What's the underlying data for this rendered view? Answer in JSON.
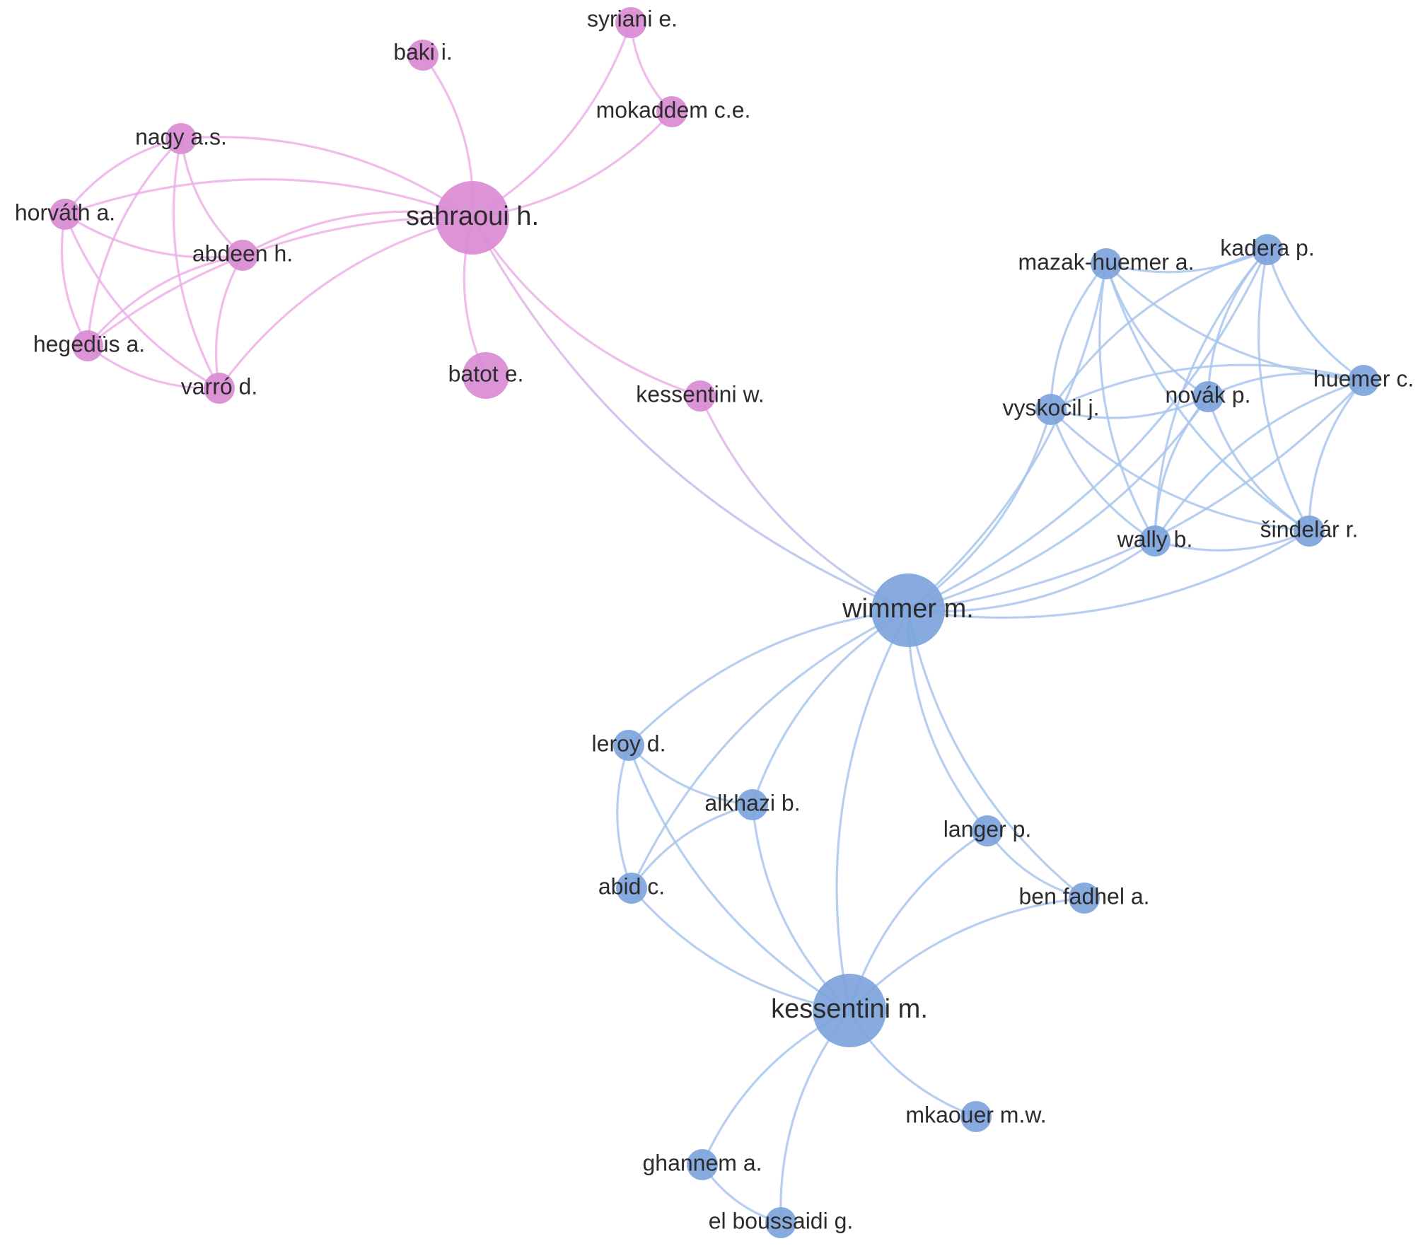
{
  "colors": {
    "cluster_pink": "#d98bd4",
    "cluster_pink_edge": "#ecb0e8",
    "cluster_blue": "#7ea4dc",
    "cluster_blue_edge": "#a9c6ec",
    "background": "#ffffff",
    "label": "#2b2b2b"
  },
  "network": {
    "nodes": [
      {
        "id": "sahraoui",
        "label": "sahraoui h.",
        "cluster": 1,
        "weight": 10
      },
      {
        "id": "baki",
        "label": "baki i.",
        "cluster": 1,
        "weight": 2
      },
      {
        "id": "syriani",
        "label": "syriani e.",
        "cluster": 1,
        "weight": 2
      },
      {
        "id": "mokaddem",
        "label": "mokaddem c.e.",
        "cluster": 1,
        "weight": 2
      },
      {
        "id": "nagy",
        "label": "nagy a.s.",
        "cluster": 1,
        "weight": 2
      },
      {
        "id": "horvath",
        "label": "horváth a.",
        "cluster": 1,
        "weight": 2
      },
      {
        "id": "abdeen",
        "label": "abdeen h.",
        "cluster": 1,
        "weight": 2
      },
      {
        "id": "hegedus",
        "label": "hegedüs a.",
        "cluster": 1,
        "weight": 2
      },
      {
        "id": "varro",
        "label": "varró d.",
        "cluster": 1,
        "weight": 2
      },
      {
        "id": "batot",
        "label": "batot e.",
        "cluster": 1,
        "weight": 4
      },
      {
        "id": "kessentiniw",
        "label": "kessentini w.",
        "cluster": 1,
        "weight": 2
      },
      {
        "id": "wimmer",
        "label": "wimmer m.",
        "cluster": 2,
        "weight": 10
      },
      {
        "id": "mazak",
        "label": "mazak-huemer a.",
        "cluster": 2,
        "weight": 2
      },
      {
        "id": "kadera",
        "label": "kadera p.",
        "cluster": 2,
        "weight": 2
      },
      {
        "id": "huemer",
        "label": "huemer c.",
        "cluster": 2,
        "weight": 2
      },
      {
        "id": "vyskocil",
        "label": "vyskocil j.",
        "cluster": 2,
        "weight": 2
      },
      {
        "id": "novak",
        "label": "novák p.",
        "cluster": 2,
        "weight": 2
      },
      {
        "id": "wally",
        "label": "wally b.",
        "cluster": 2,
        "weight": 2
      },
      {
        "id": "sindelar",
        "label": "šindelár r.",
        "cluster": 2,
        "weight": 2
      },
      {
        "id": "leroy",
        "label": "leroy d.",
        "cluster": 2,
        "weight": 2
      },
      {
        "id": "alkhazi",
        "label": "alkhazi b.",
        "cluster": 2,
        "weight": 2
      },
      {
        "id": "abid",
        "label": "abid c.",
        "cluster": 2,
        "weight": 2
      },
      {
        "id": "langer",
        "label": "langer p.",
        "cluster": 2,
        "weight": 2
      },
      {
        "id": "benfadhel",
        "label": "ben fadhel a.",
        "cluster": 2,
        "weight": 2
      },
      {
        "id": "kessentinim",
        "label": "kessentini m.",
        "cluster": 2,
        "weight": 10
      },
      {
        "id": "mkaouer",
        "label": "mkaouer m.w.",
        "cluster": 2,
        "weight": 2
      },
      {
        "id": "ghannem",
        "label": "ghannem a.",
        "cluster": 2,
        "weight": 2
      },
      {
        "id": "elboussaidi",
        "label": "el boussaidi g.",
        "cluster": 2,
        "weight": 2
      }
    ],
    "edges": [
      [
        "sahraoui",
        "baki"
      ],
      [
        "sahraoui",
        "syriani"
      ],
      [
        "sahraoui",
        "mokaddem"
      ],
      [
        "syriani",
        "mokaddem"
      ],
      [
        "sahraoui",
        "nagy"
      ],
      [
        "sahraoui",
        "horvath"
      ],
      [
        "sahraoui",
        "abdeen"
      ],
      [
        "sahraoui",
        "hegedus"
      ],
      [
        "sahraoui",
        "varro"
      ],
      [
        "sahraoui",
        "batot"
      ],
      [
        "sahraoui",
        "kessentiniw"
      ],
      [
        "sahraoui",
        "wimmer"
      ],
      [
        "nagy",
        "horvath"
      ],
      [
        "nagy",
        "abdeen"
      ],
      [
        "nagy",
        "hegedus"
      ],
      [
        "nagy",
        "varro"
      ],
      [
        "horvath",
        "abdeen"
      ],
      [
        "horvath",
        "hegedus"
      ],
      [
        "horvath",
        "varro"
      ],
      [
        "abdeen",
        "hegedus"
      ],
      [
        "abdeen",
        "varro"
      ],
      [
        "hegedus",
        "varro"
      ],
      [
        "kessentiniw",
        "wimmer"
      ],
      [
        "wimmer",
        "mazak"
      ],
      [
        "wimmer",
        "kadera"
      ],
      [
        "wimmer",
        "huemer"
      ],
      [
        "wimmer",
        "vyskocil"
      ],
      [
        "wimmer",
        "novak"
      ],
      [
        "wimmer",
        "wally"
      ],
      [
        "wimmer",
        "sindelar"
      ],
      [
        "mazak",
        "kadera"
      ],
      [
        "mazak",
        "huemer"
      ],
      [
        "mazak",
        "vyskocil"
      ],
      [
        "mazak",
        "novak"
      ],
      [
        "mazak",
        "wally"
      ],
      [
        "mazak",
        "sindelar"
      ],
      [
        "kadera",
        "huemer"
      ],
      [
        "kadera",
        "vyskocil"
      ],
      [
        "kadera",
        "novak"
      ],
      [
        "kadera",
        "wally"
      ],
      [
        "kadera",
        "sindelar"
      ],
      [
        "huemer",
        "vyskocil"
      ],
      [
        "huemer",
        "novak"
      ],
      [
        "huemer",
        "wally"
      ],
      [
        "huemer",
        "sindelar"
      ],
      [
        "vyskocil",
        "novak"
      ],
      [
        "vyskocil",
        "wally"
      ],
      [
        "vyskocil",
        "sindelar"
      ],
      [
        "novak",
        "wally"
      ],
      [
        "novak",
        "sindelar"
      ],
      [
        "wally",
        "sindelar"
      ],
      [
        "wimmer",
        "leroy"
      ],
      [
        "wimmer",
        "alkhazi"
      ],
      [
        "wimmer",
        "abid"
      ],
      [
        "wimmer",
        "langer"
      ],
      [
        "wimmer",
        "benfadhel"
      ],
      [
        "wimmer",
        "kessentinim"
      ],
      [
        "leroy",
        "alkhazi"
      ],
      [
        "leroy",
        "abid"
      ],
      [
        "leroy",
        "kessentinim"
      ],
      [
        "alkhazi",
        "abid"
      ],
      [
        "alkhazi",
        "kessentinim"
      ],
      [
        "abid",
        "kessentinim"
      ],
      [
        "langer",
        "benfadhel"
      ],
      [
        "langer",
        "kessentinim"
      ],
      [
        "benfadhel",
        "kessentinim"
      ],
      [
        "kessentinim",
        "mkaouer"
      ],
      [
        "kessentinim",
        "ghannem"
      ],
      [
        "kessentinim",
        "elboussaidi"
      ],
      [
        "ghannem",
        "elboussaidi"
      ]
    ]
  }
}
